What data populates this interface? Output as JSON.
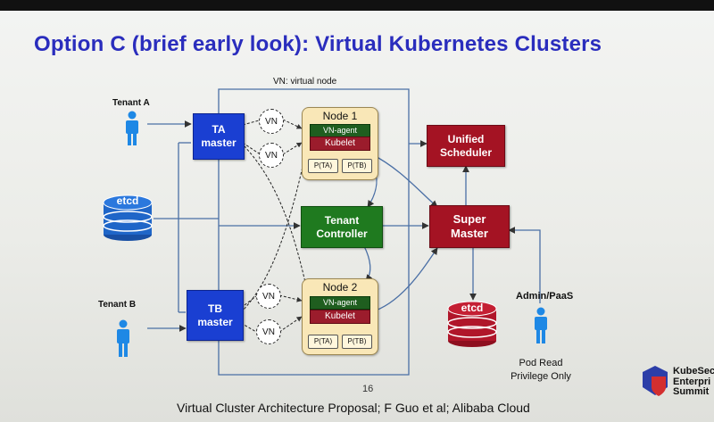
{
  "title": "Option C (brief early look): Virtual Kubernetes Clusters",
  "vn_legend": "VN: virtual node",
  "tenants": {
    "a": "Tenant A",
    "b": "Tenant B"
  },
  "masters": {
    "ta_line1": "TA",
    "ta_line2": "master",
    "tb_line1": "TB",
    "tb_line2": "master"
  },
  "vn_label": "VN",
  "etcd_label": "etcd",
  "nodes": {
    "node1": "Node 1",
    "node2": "Node 2",
    "agent": "VN-agent",
    "kubelet": "Kubelet",
    "pod_ta": "P(TA)",
    "pod_tb": "P(TB)"
  },
  "tenant_controller": {
    "line1": "Tenant",
    "line2": "Controller"
  },
  "super_master": {
    "line1": "Super",
    "line2": "Master"
  },
  "unified_scheduler": {
    "line1": "Unified",
    "line2": "Scheduler"
  },
  "admin": "Admin/PaaS",
  "pod_read": {
    "line1": "Pod Read",
    "line2": "Privilege Only"
  },
  "page_number": "16",
  "caption": "Virtual Cluster Architecture Proposal; F Guo et al;  Alibaba Cloud",
  "brand": {
    "line1": "KubeSec",
    "line2": "Enterpri",
    "line3": "Summit"
  },
  "colors": {
    "title": "#2a2dbd",
    "master_blue": "#1a3fd2",
    "controller_green": "#1f7a1f",
    "super_red": "#a41323",
    "person_blue": "#1e88e5",
    "etcd_blue": "#1f66c8",
    "etcd_red": "#b0162a"
  }
}
